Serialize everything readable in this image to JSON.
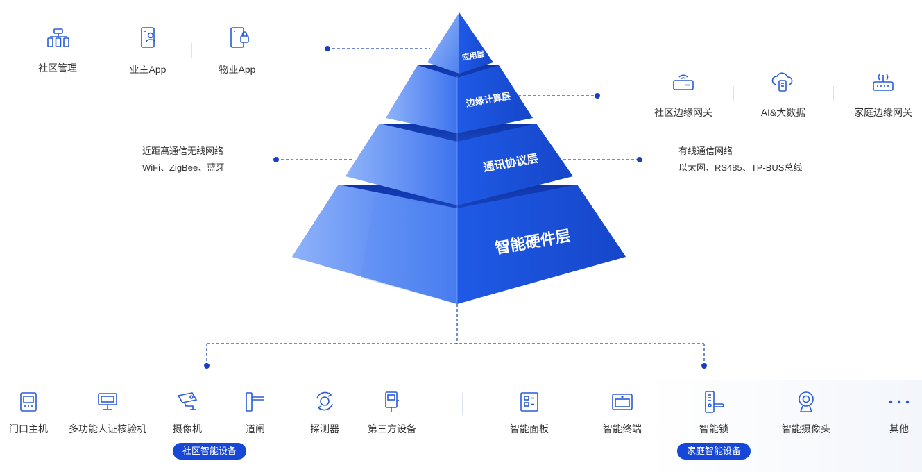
{
  "pyramid": {
    "layers": [
      {
        "label": "应用层"
      },
      {
        "label": "边缘计算层"
      },
      {
        "label": "通讯协议层"
      },
      {
        "label": "智能硬件层"
      }
    ]
  },
  "apps": [
    {
      "label": "社区管理",
      "icon": "org-chart-icon"
    },
    {
      "label": "业主App",
      "icon": "phone-user-icon"
    },
    {
      "label": "物业App",
      "icon": "phone-lock-icon"
    }
  ],
  "edge": [
    {
      "label": "社区边缘网关",
      "icon": "router-icon"
    },
    {
      "label": "AI&大数据",
      "icon": "cloud-chip-icon"
    },
    {
      "label": "家庭边缘网关",
      "icon": "home-gateway-icon"
    }
  ],
  "wireless": {
    "line1": "近距离通信无线网络",
    "line2": "WiFi、ZigBee、蓝牙"
  },
  "wired": {
    "line1": "有线通信网络",
    "line2": "以太网、RS485、TP-BUS总线"
  },
  "community_devices": {
    "title": "社区智能设备",
    "items": [
      {
        "label": "门口主机",
        "icon": "door-station-icon"
      },
      {
        "label": "多功能人证核验机",
        "icon": "id-verifier-icon"
      },
      {
        "label": "摄像机",
        "icon": "camera-icon"
      },
      {
        "label": "道闸",
        "icon": "barrier-gate-icon"
      },
      {
        "label": "探测器",
        "icon": "detector-icon"
      },
      {
        "label": "第三方设备",
        "icon": "third-party-device-icon"
      }
    ]
  },
  "home_devices": {
    "title": "家庭智能设备",
    "items": [
      {
        "label": "智能面板",
        "icon": "smart-panel-icon"
      },
      {
        "label": "智能终端",
        "icon": "smart-terminal-icon"
      },
      {
        "label": "智能锁",
        "icon": "smart-lock-icon"
      },
      {
        "label": "智能摄像头",
        "icon": "webcam-icon"
      },
      {
        "label": "其他",
        "icon": "more-icon"
      }
    ]
  },
  "colors": {
    "accent": "#1747d6",
    "connector": "#1f3fb8",
    "icon": "#2a5bd8",
    "pyramid_light": "#6f9cf6",
    "pyramid_dark": "#1c55e2"
  }
}
